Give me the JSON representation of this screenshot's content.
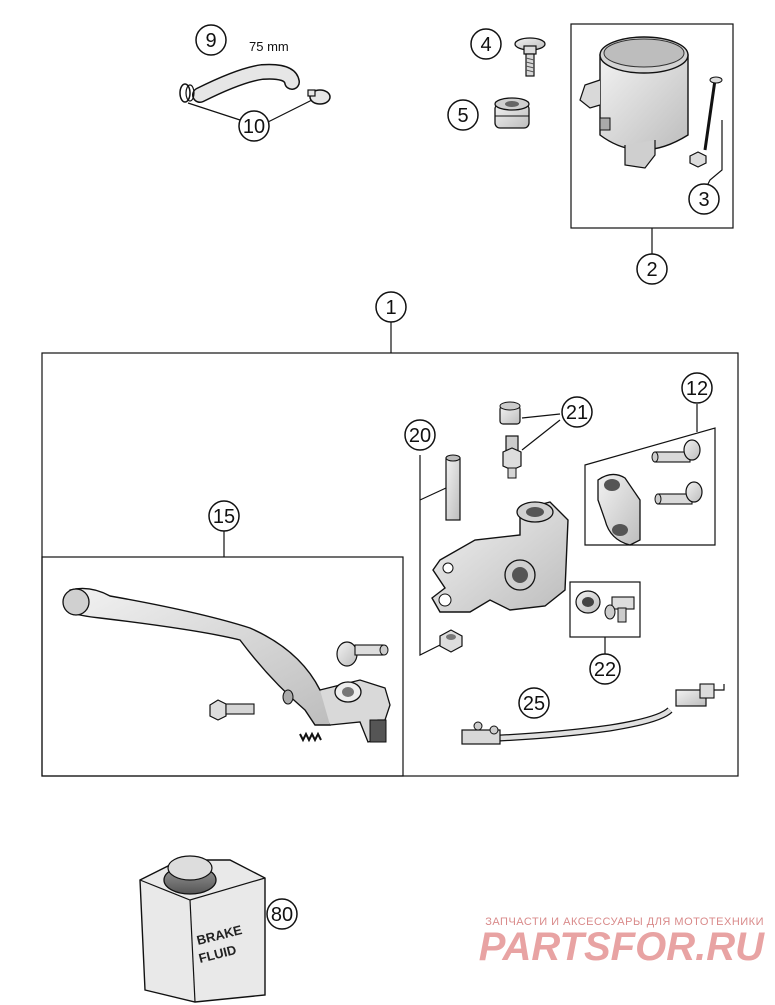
{
  "callouts": {
    "c1": "1",
    "c2": "2",
    "c3": "3",
    "c4": "4",
    "c5": "5",
    "c9": "9",
    "c10": "10",
    "c12": "12",
    "c15": "15",
    "c20": "20",
    "c21": "21",
    "c22": "22",
    "c25": "25",
    "c80": "80"
  },
  "dimension_label": "75 mm",
  "can_label": {
    "line1": "BRAKE",
    "line2": "FLUID"
  },
  "watermark": {
    "tagline": "ЗАПЧАСТИ И АКСЕССУАРЫ ДЛЯ МОТОТЕХНИКИ",
    "brand": "PARTSFOR.RU"
  },
  "colors": {
    "line": "#111111",
    "part_fill": "#e6e6e6",
    "part_shade": "#c9c9c9",
    "watermark": "#e8a3a3"
  }
}
